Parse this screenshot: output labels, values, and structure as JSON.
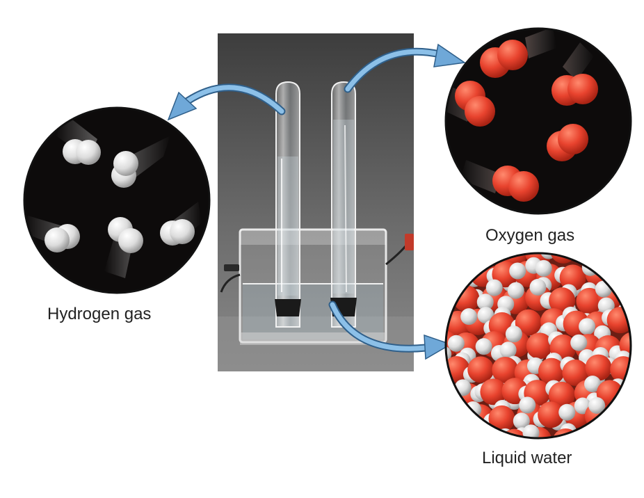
{
  "labels": {
    "hydrogen": "Hydrogen gas",
    "oxygen": "Oxygen gas",
    "water": "Liquid water"
  },
  "colors": {
    "hydrogen_atom": "#e8e8e8",
    "oxygen_atom": "#e8432e",
    "circle_background": "#0d0b0b",
    "arrow": "#6fa8d8",
    "photo_background": "#5b5b5b"
  }
}
